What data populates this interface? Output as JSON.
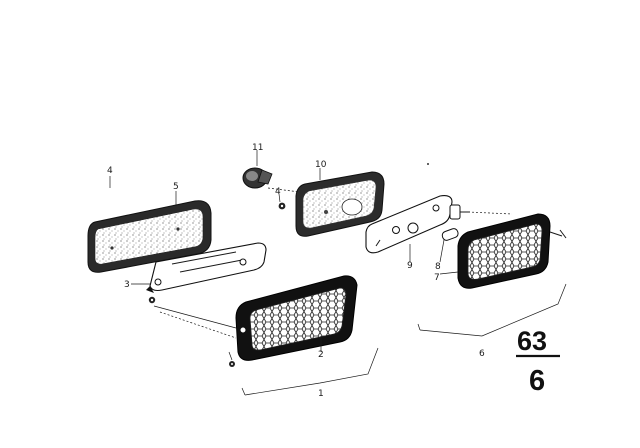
{
  "diagram": {
    "callouts": {
      "c1": "1",
      "c2": "2",
      "c3": "3",
      "c4a": "4",
      "c4b": "4",
      "c5": "5",
      "c6": "6",
      "c7": "7",
      "c8": "8",
      "c9": "9",
      "c10": "10",
      "c11": "11"
    },
    "section": {
      "top": "63",
      "bottom": "6"
    }
  }
}
